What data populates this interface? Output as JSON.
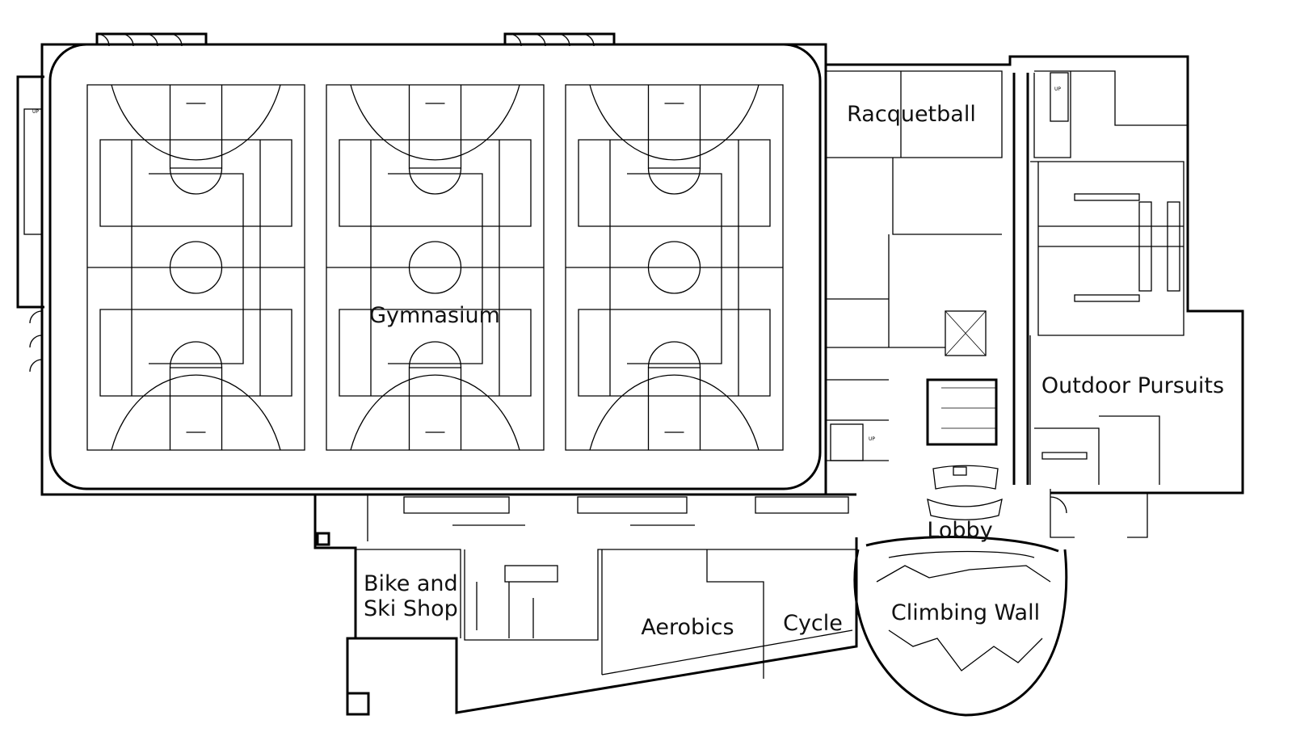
{
  "plan": {
    "rooms": {
      "racquetball": "Racquetball",
      "gymnasium": "Gymnasium",
      "outdoor_pursuits": "Outdoor Pursuits",
      "lobby": "Lobby",
      "climbing_wall": "Climbing Wall",
      "bike_shop_line1": "Bike and",
      "bike_shop_line2": "Ski Shop",
      "aerobics": "Aerobics",
      "cycle": "Cycle"
    },
    "stair_labels": {
      "left": "UP",
      "right_top": "UP",
      "lobby": "UP"
    },
    "colors": {
      "line": "#000000",
      "background": "#ffffff",
      "text": "#111111"
    }
  }
}
